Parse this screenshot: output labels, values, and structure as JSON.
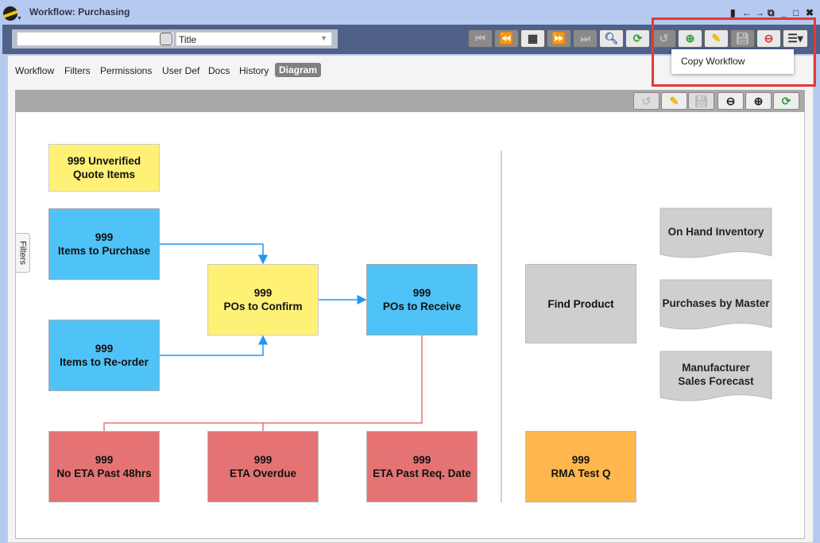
{
  "window": {
    "title": "Workflow: Purchasing"
  },
  "search": {
    "value": "",
    "select_value": "Title"
  },
  "tabs": [
    "Workflow",
    "Filters",
    "Permissions",
    "User Def",
    "Docs",
    "History",
    "Diagram"
  ],
  "active_tab": "Diagram",
  "menu": {
    "items": [
      "Copy Workflow"
    ]
  },
  "filters_tab": "Filters",
  "nodes": {
    "unverified": {
      "count": "999 Unverified",
      "label": "Quote Items"
    },
    "items_purchase": {
      "count": "999",
      "label": "Items to Purchase"
    },
    "items_reorder": {
      "count": "999",
      "label": "Items to Re-order"
    },
    "pos_confirm": {
      "count": "999",
      "label": "POs to Confirm"
    },
    "pos_receive": {
      "count": "999",
      "label": "POs to Receive"
    },
    "no_eta": {
      "count": "999",
      "label": "No ETA Past 48hrs"
    },
    "eta_overdue": {
      "count": "999",
      "label": "ETA Overdue"
    },
    "eta_past_req": {
      "count": "999",
      "label": "ETA Past Req. Date"
    },
    "find_product": {
      "label": "Find Product"
    },
    "rma": {
      "count": "999",
      "label": "RMA Test Q"
    },
    "on_hand": {
      "label": "On Hand Inventory"
    },
    "purchases_master": {
      "label": "Purchases by Master"
    },
    "mfr_forecast": {
      "label": "Manufacturer Sales Forecast"
    }
  },
  "colors": {
    "accent_red": "#e53935",
    "toolbar": "#4f6189"
  }
}
